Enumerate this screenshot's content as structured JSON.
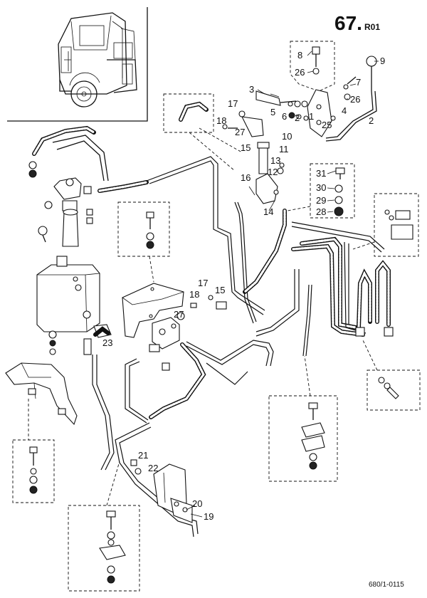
{
  "header": {
    "page_number": "67.",
    "revision": "R01"
  },
  "footer": {
    "drawing_code": "680/1-0115"
  },
  "callouts": {
    "c1": "1",
    "c2": "2",
    "c3": "3",
    "c4": "4",
    "c5": "5",
    "c6": "6",
    "c7": "7",
    "c8": "8",
    "c9": "9",
    "c10": "10",
    "c11": "11",
    "c12": "12",
    "c13": "13",
    "c14": "14",
    "c15a": "15",
    "c15b": "15",
    "c16": "16",
    "c17a": "17",
    "c17b": "17",
    "c18a": "18",
    "c18b": "18",
    "c19": "19",
    "c20": "20",
    "c21": "21",
    "c22": "22",
    "c23": "23",
    "c25": "25",
    "c26a": "26",
    "c26b": "26",
    "c27a": "27",
    "c27b": "27",
    "c28": "28",
    "c29": "29",
    "c30": "30",
    "c31": "31"
  }
}
